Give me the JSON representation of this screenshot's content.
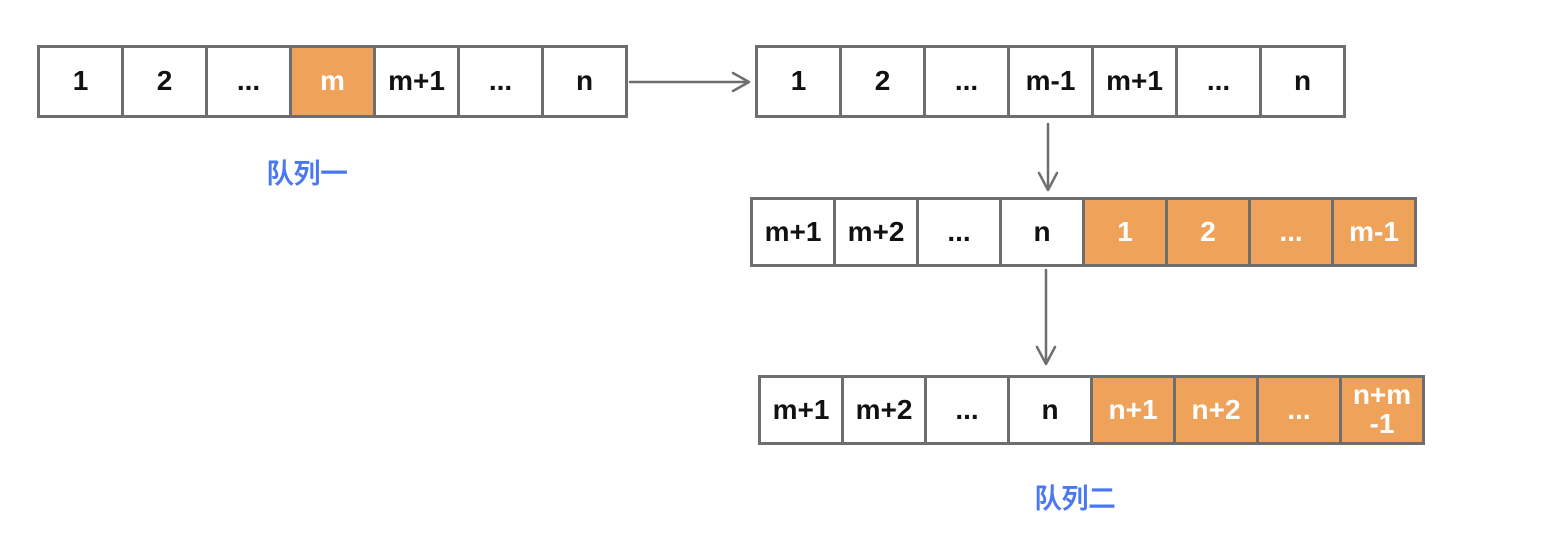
{
  "labels": {
    "queue1": "队列一",
    "queue2": "队列二"
  },
  "colors": {
    "highlight": "#EFA35A",
    "border": "#6E6E6E",
    "arrow": "#6E6E6E",
    "label": "#4A78F2",
    "cell_text": "#111111",
    "highlight_text": "#FFFFFF"
  },
  "rows": {
    "queue1_initial": {
      "cells": [
        {
          "t": "1"
        },
        {
          "t": "2"
        },
        {
          "t": "..."
        },
        {
          "t": "m",
          "hl": true
        },
        {
          "t": "m+1"
        },
        {
          "t": "..."
        },
        {
          "t": "n"
        }
      ]
    },
    "queue1_after_remove": {
      "cells": [
        {
          "t": "1"
        },
        {
          "t": "2"
        },
        {
          "t": "..."
        },
        {
          "t": "m-1"
        },
        {
          "t": "m+1"
        },
        {
          "t": "..."
        },
        {
          "t": "n"
        }
      ]
    },
    "queue2_rotated": {
      "cells": [
        {
          "t": "m+1"
        },
        {
          "t": "m+2"
        },
        {
          "t": "..."
        },
        {
          "t": "n"
        },
        {
          "t": "1",
          "hl": true
        },
        {
          "t": "2",
          "hl": true
        },
        {
          "t": "...",
          "hl": true
        },
        {
          "t": "m-1",
          "hl": true
        }
      ]
    },
    "queue2_final": {
      "cells": [
        {
          "t": "m+1"
        },
        {
          "t": "m+2"
        },
        {
          "t": "..."
        },
        {
          "t": "n"
        },
        {
          "t": "n+1",
          "hl": true
        },
        {
          "t": "n+2",
          "hl": true
        },
        {
          "t": "...",
          "hl": true
        },
        {
          "t": "n+m\n-1",
          "hl": true
        }
      ]
    }
  }
}
